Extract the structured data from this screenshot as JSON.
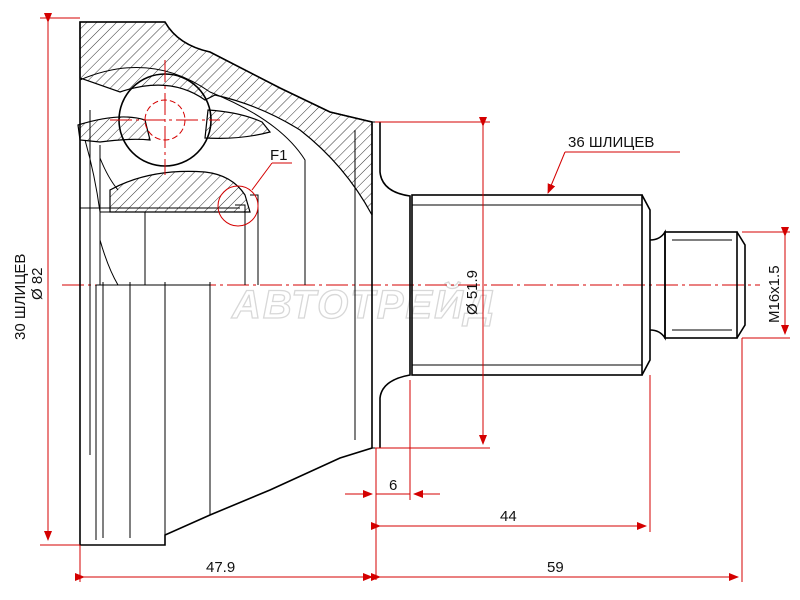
{
  "labels": {
    "left_splines": "30 ШЛИЦЕВ",
    "left_diameter": "Ø 82",
    "right_splines": "36 ШЛИЦЕВ",
    "shaft_diameter": "Ø 51.9",
    "thread": "M16x1.5",
    "detail": "F1",
    "dim_6": "6",
    "dim_44": "44",
    "dim_47_9": "47.9",
    "dim_59": "59"
  },
  "watermark": "АВТОТРЕЙД",
  "colors": {
    "dimension": "#d40000",
    "outline": "#000000",
    "watermark": "#d8d8d8"
  }
}
